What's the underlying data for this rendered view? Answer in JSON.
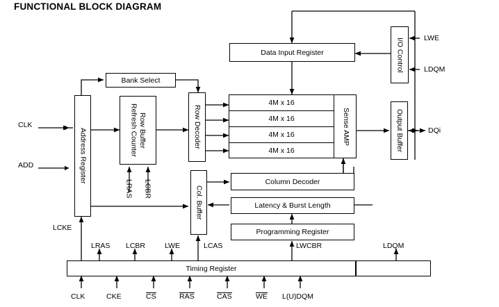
{
  "page": {
    "title": "FUNCTIONAL BLOCK DIAGRAM",
    "background": "#ffffff",
    "line_color": "#000000"
  },
  "blocks": {
    "address_register": {
      "label": "Address Register"
    },
    "bank_select": {
      "label": "Bank Select"
    },
    "refresh_counter": {
      "label": "Refresh Counter"
    },
    "row_buffer": {
      "label": "Row Buffer"
    },
    "row_decoder": {
      "label": "Row Decoder"
    },
    "col_buffer": {
      "label": "Col. Buffer"
    },
    "sense_amp": {
      "label": "Sense AMP"
    },
    "data_input_register": {
      "label": "Data Input Register"
    },
    "io_control": {
      "label": "I/O Control"
    },
    "output_buffer": {
      "label": "Output Buffer"
    },
    "column_decoder": {
      "label": "Column Decoder"
    },
    "latency_burst_length": {
      "label": "Latency & Burst Length"
    },
    "programming_register": {
      "label": "Programming Register"
    },
    "timing_register": {
      "label": "Timing Register"
    }
  },
  "memory_array": {
    "banks": [
      {
        "label": "4M x 16"
      },
      {
        "label": "4M x 16"
      },
      {
        "label": "4M x 16"
      },
      {
        "label": "4M x 16"
      }
    ]
  },
  "signals": {
    "left_inputs": [
      {
        "name": "CLK",
        "label": "CLK",
        "overbar": false
      },
      {
        "name": "ADD",
        "label": "ADD",
        "overbar": false
      }
    ],
    "right_outputs": [
      {
        "name": "LWE",
        "label": "LWE",
        "overbar": false
      },
      {
        "name": "LDQM",
        "label": "LDQM",
        "overbar": false
      },
      {
        "name": "DQi",
        "label": "DQi",
        "overbar": false
      }
    ],
    "internal": [
      {
        "name": "LRAS",
        "label": "LRAS"
      },
      {
        "name": "LCBR",
        "label": "LCBR"
      },
      {
        "name": "LCKE",
        "label": "LCKE"
      },
      {
        "name": "LWE",
        "label": "LWE"
      },
      {
        "name": "LCAS",
        "label": "LCAS"
      },
      {
        "name": "LWCBR",
        "label": "LWCBR"
      },
      {
        "name": "LDQM",
        "label": "LDQM"
      }
    ],
    "bottom_inputs": [
      {
        "name": "CLK",
        "label": "CLK",
        "overbar": false
      },
      {
        "name": "CKE",
        "label": "CKE",
        "overbar": false
      },
      {
        "name": "CS",
        "label": "CS",
        "overbar": true
      },
      {
        "name": "RAS",
        "label": "RAS",
        "overbar": true
      },
      {
        "name": "CAS",
        "label": "CAS",
        "overbar": true
      },
      {
        "name": "WE",
        "label": "WE",
        "overbar": true
      },
      {
        "name": "LUDQM",
        "label": "L(U)DQM",
        "overbar": false
      }
    ]
  }
}
